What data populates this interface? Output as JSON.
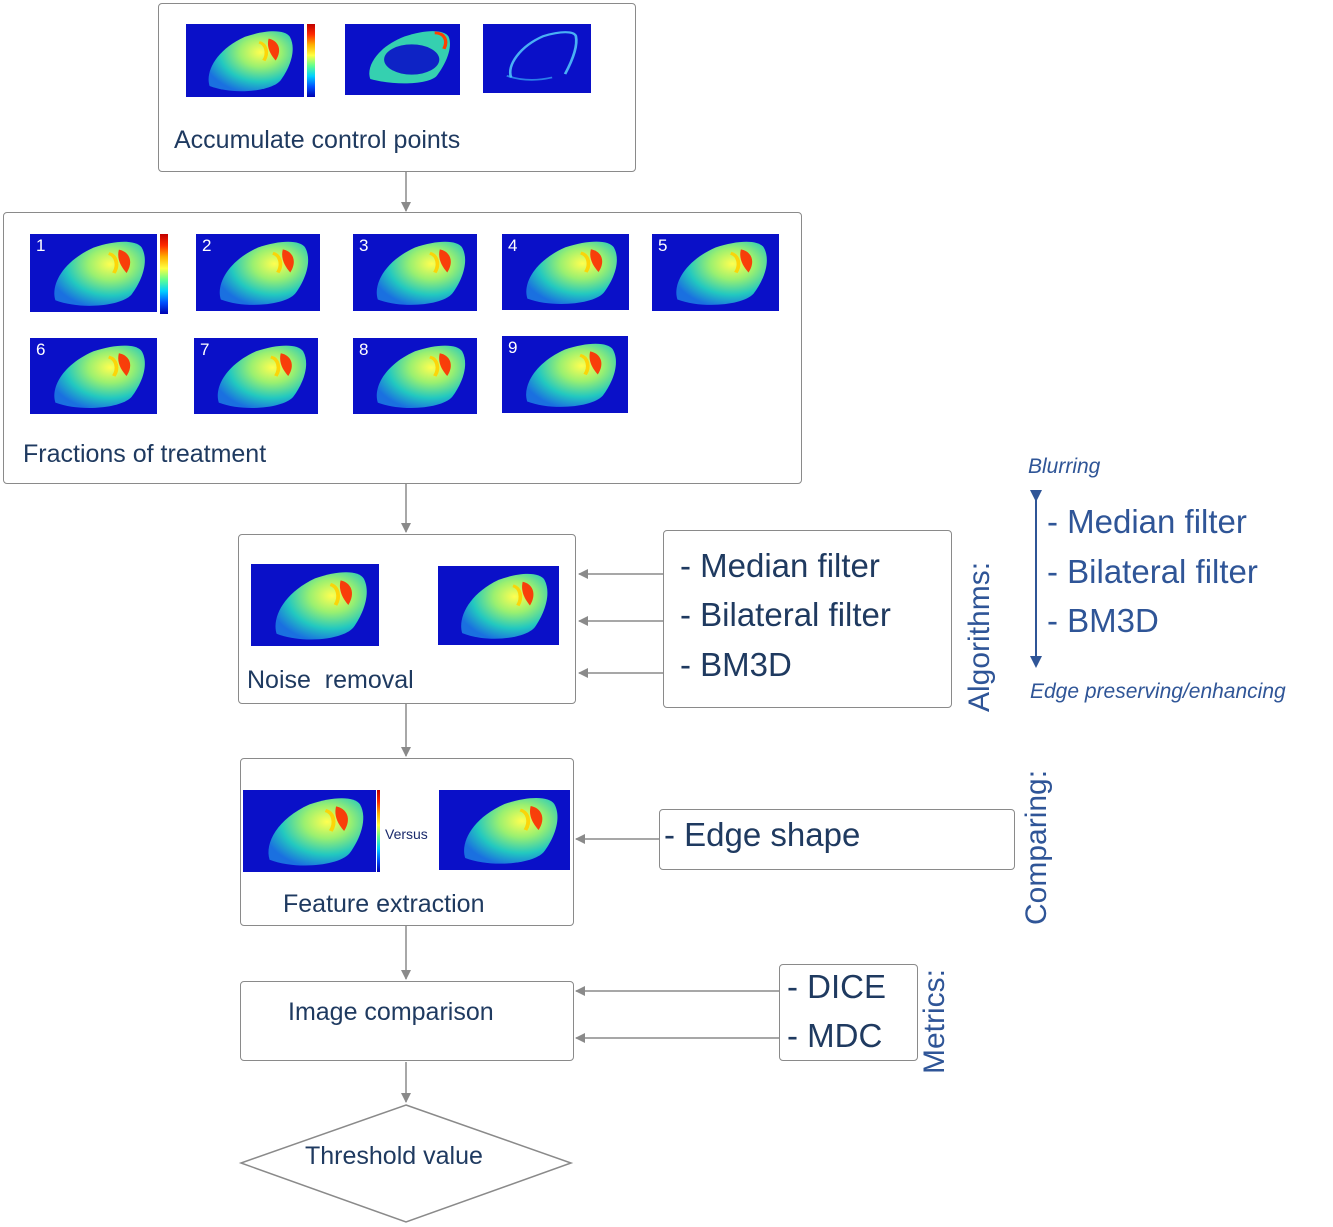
{
  "steps": {
    "accumulate": "Accumulate control points",
    "fractions": "Fractions of treatment",
    "noise": "Noise  removal",
    "feature": "Feature extraction",
    "comparison": "Image comparison",
    "threshold": "Threshold value"
  },
  "fraction_numbers": [
    "1",
    "2",
    "3",
    "4",
    "5",
    "6",
    "7",
    "8",
    "9"
  ],
  "versus": "Versus",
  "algorithms": {
    "title": "Algorithms:",
    "items": [
      "- Median filter",
      "- Bilateral filter",
      "- BM3D"
    ]
  },
  "comparing": {
    "title": "Comparing:",
    "items": [
      "- Edge shape"
    ]
  },
  "metrics": {
    "title": "Metrics:",
    "items": [
      "- DICE",
      "- MDC"
    ]
  },
  "scale": {
    "top": "Blurring",
    "bottom": "Edge preserving/enhancing",
    "items": [
      "- Median filter",
      "- Bilateral filter",
      "- BM3D"
    ]
  },
  "colors": {
    "text": "#1f3a60",
    "accent": "#2f5597",
    "arrow": "#8a8a8a",
    "map_background": "#0a10c8"
  }
}
